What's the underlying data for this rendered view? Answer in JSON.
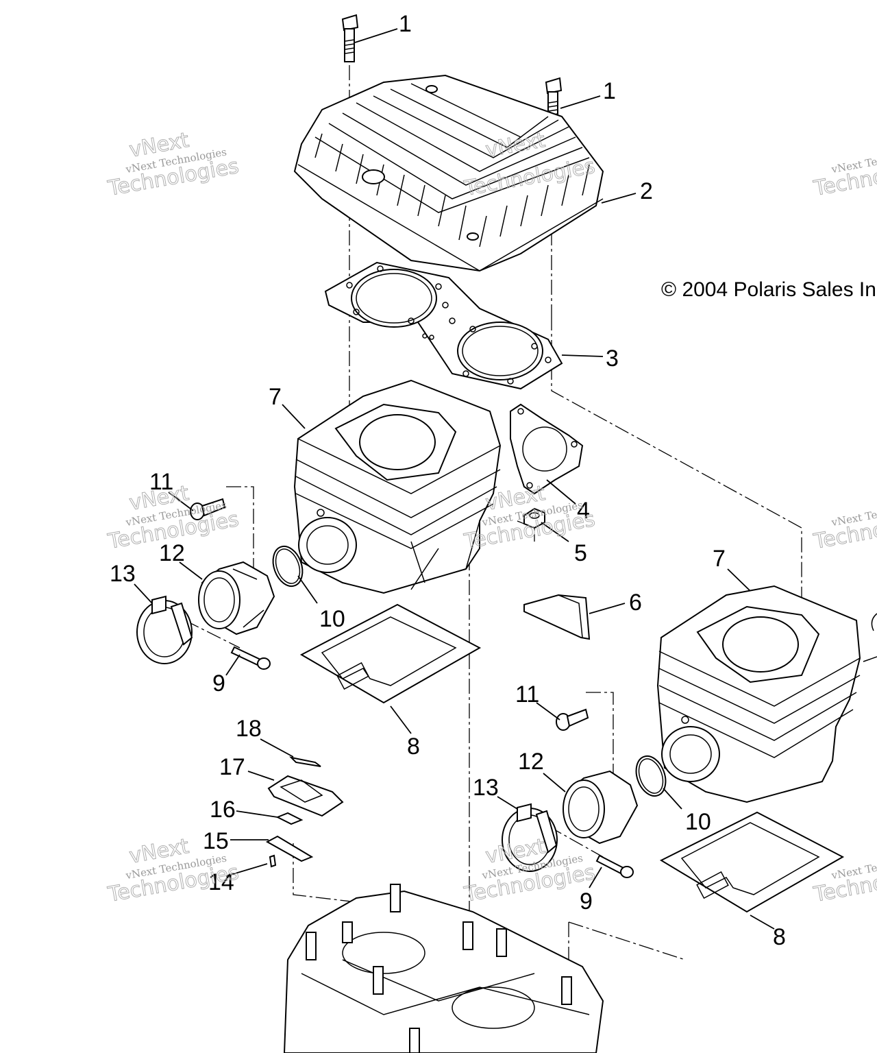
{
  "callouts": {
    "c1a": "1",
    "c1b": "1",
    "c2": "2",
    "c3": "3",
    "c4": "4",
    "c5": "5",
    "c6": "6",
    "c7a": "7",
    "c7b": "7",
    "c8a": "8",
    "c8b": "8",
    "c9a": "9",
    "c9b": "9",
    "c10a": "10",
    "c10b": "10",
    "c11a": "11",
    "c11b": "11",
    "c12a": "12",
    "c12b": "12",
    "c13a": "13",
    "c13b": "13",
    "c14": "14",
    "c15": "15",
    "c16": "16",
    "c17": "17",
    "c18": "18"
  },
  "copyright": "© 2004 Polaris Sales In",
  "watermark": {
    "small": "vNext Technologies",
    "big": "Technologies",
    "top": "vNext"
  }
}
